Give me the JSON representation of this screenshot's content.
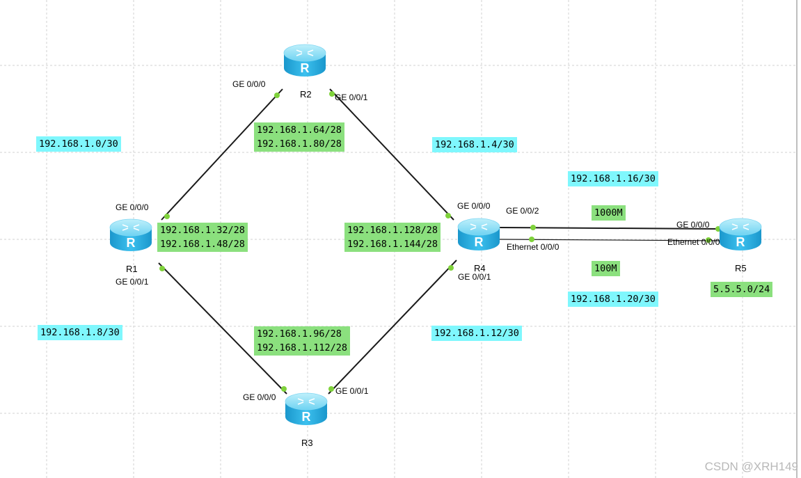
{
  "routers": [
    {
      "id": "R1",
      "label": "R1"
    },
    {
      "id": "R2",
      "label": "R2"
    },
    {
      "id": "R3",
      "label": "R3"
    },
    {
      "id": "R4",
      "label": "R4"
    },
    {
      "id": "R5",
      "label": "R5"
    }
  ],
  "ports": {
    "r1_ge000": "GE 0/0/0",
    "r1_ge001": "GE 0/0/1",
    "r2_ge000": "GE 0/0/0",
    "r2_ge001": "GE 0/0/1",
    "r3_ge000": "GE 0/0/0",
    "r3_ge001": "GE 0/0/1",
    "r4_ge000": "GE 0/0/0",
    "r4_ge001": "GE 0/0/1",
    "r4_ge002": "GE 0/0/2",
    "r4_eth000": "Ethernet 0/0/0",
    "r5_ge000": "GE 0/0/0",
    "r5_eth000": "Ethernet 0/0/0"
  },
  "link_networks": {
    "r1_r2": "192.168.1.0/30",
    "r2_r4": "192.168.1.4/30",
    "r1_r3": "192.168.1.8/30",
    "r3_r4": "192.168.1.12/30",
    "r4_r5_ge": "192.168.1.16/30",
    "r4_r5_eth": "192.168.1.20/30"
  },
  "lan_networks": {
    "r2": [
      "192.168.1.64/28",
      "192.168.1.80/28"
    ],
    "r1": [
      "192.168.1.32/28",
      "192.168.1.48/28"
    ],
    "r4": [
      "192.168.1.128/28",
      "192.168.1.144/28"
    ],
    "r3": [
      "192.168.1.96/28",
      "192.168.1.112/28"
    ],
    "r5": "5.5.5.0/24"
  },
  "bandwidth": {
    "ge_link": "1000M",
    "eth_link": "100M"
  },
  "watermark": "CSDN @XRH149",
  "colors": {
    "link_label_bg": "#7ff7fd",
    "lan_label_bg": "#8be07e",
    "router_body": "#2fb3e6",
    "port_dot": "#7fd23b"
  }
}
